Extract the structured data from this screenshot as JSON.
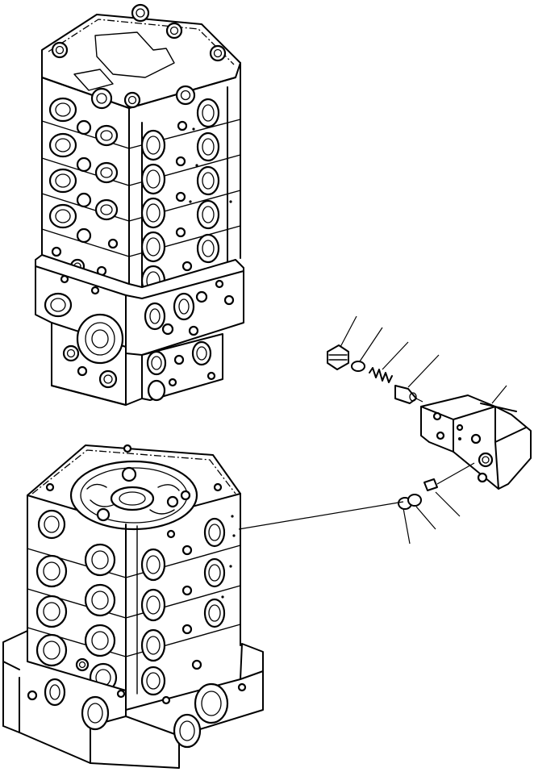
{
  "figure": {
    "colors": {
      "line": "#000000",
      "background": "#ffffff"
    },
    "assemblies": [
      "upper-control-valve-stack",
      "lower-control-valve-stack",
      "relief-valve-cover",
      "exploded-relief-valve-parts",
      "o-ring-pair"
    ],
    "callout_leaders": 7
  }
}
